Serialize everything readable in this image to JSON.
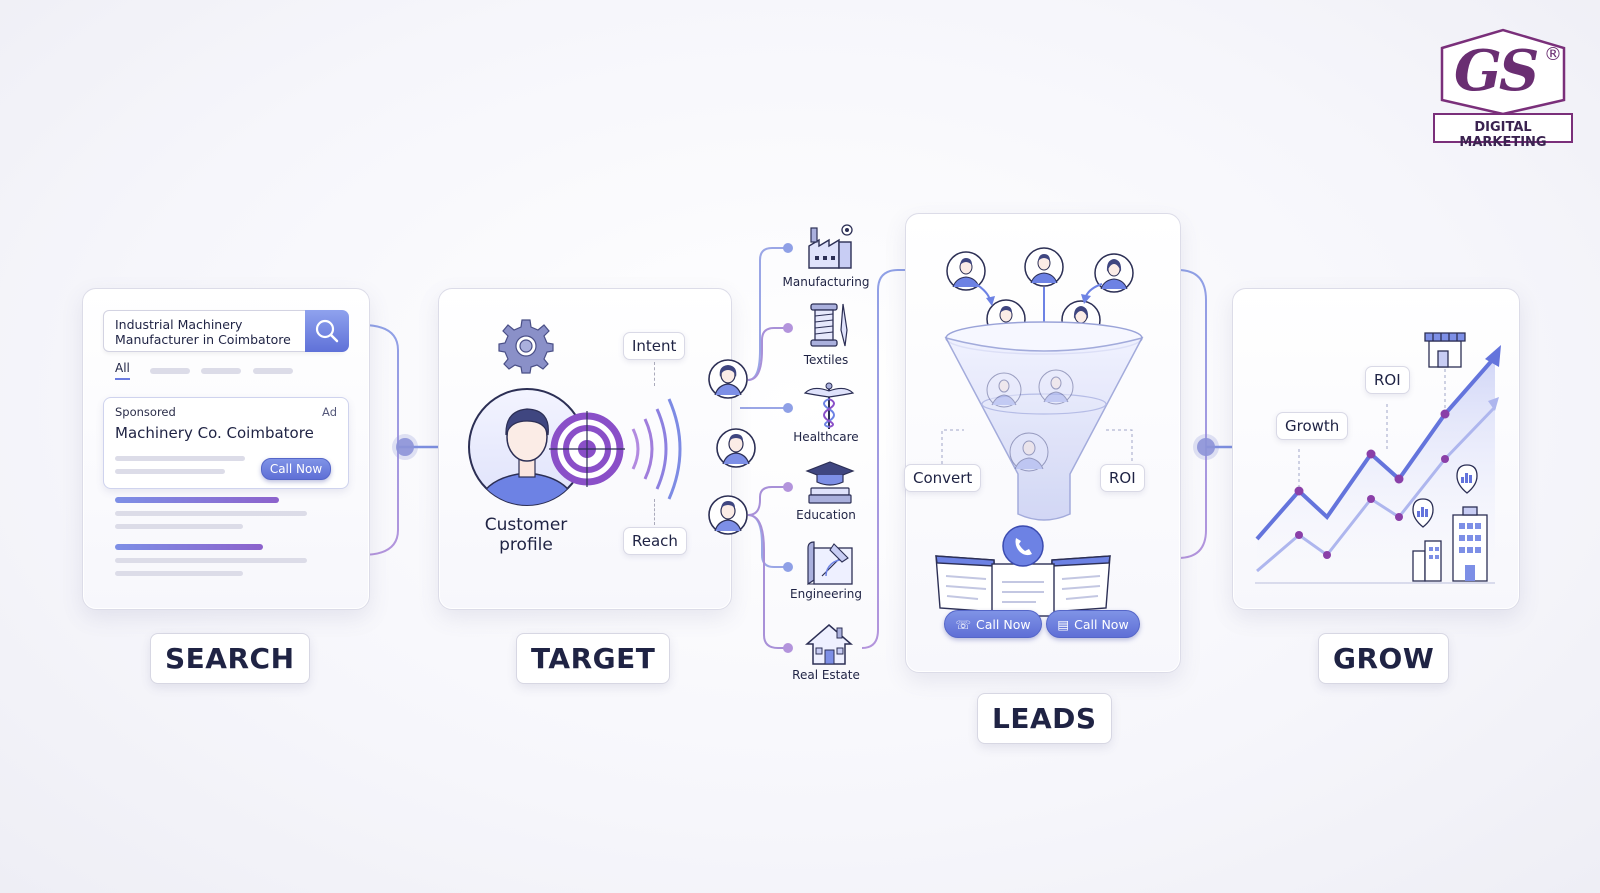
{
  "logo": {
    "letters": "GS",
    "registered": "®",
    "tagline": "DIGITAL MARKETING"
  },
  "colors": {
    "accent": "#6a5acd",
    "purple": "#8a4fc8",
    "blue": "#5f6fd6",
    "logo": "#7a2f7a"
  },
  "search": {
    "query_line1": "Industrial Machinery",
    "query_line2": "Manufacturer in Coimbatore",
    "tab_all": "All",
    "sponsored": "Sponsored",
    "ad": "Ad",
    "company": "Machinery Co. Coimbatore",
    "call_now": "Call Now",
    "stage": "SEARCH"
  },
  "target": {
    "intent": "Intent",
    "reach": "Reach",
    "profile_line1": "Customer",
    "profile_line2": "profile",
    "stage": "TARGET"
  },
  "industries": [
    "Manufacturing",
    "Textiles",
    "Healthcare",
    "Education",
    "Engineering",
    "Real Estate"
  ],
  "leads": {
    "convert": "Convert",
    "roi": "ROI",
    "call_now_1": "Call Now",
    "call_now_2": "Call Now",
    "stage": "LEADS"
  },
  "grow": {
    "growth": "Growth",
    "roi": "ROI",
    "stage": "GROW"
  }
}
